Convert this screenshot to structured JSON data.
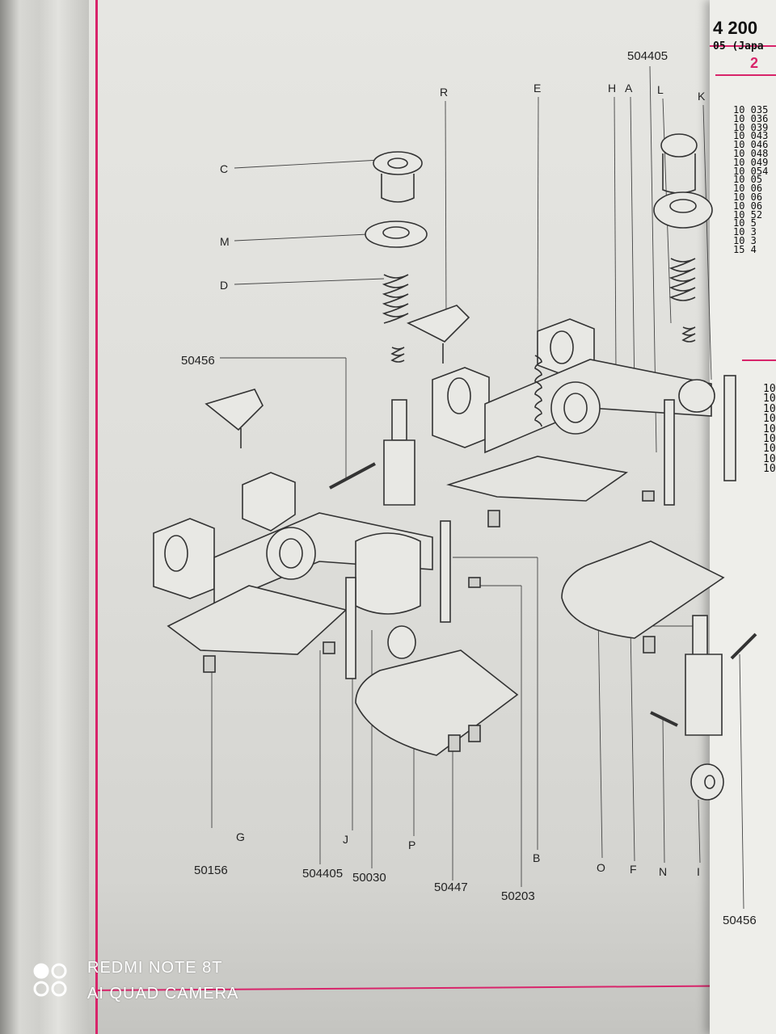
{
  "right_page": {
    "title": "4 200",
    "subtitle": "05 (Japa",
    "page_number": "2",
    "list_top": [
      "10 035",
      "10 036",
      "10 039",
      "10 043",
      "10 046",
      "10 048",
      "10 049",
      "10 054",
      "10 05",
      "10 06",
      "10 06",
      "10 06",
      "10 52",
      "10 5",
      "10 3",
      "10 3",
      "15 4"
    ],
    "list_bottom": [
      "10",
      "10",
      "10",
      "10",
      "10",
      "10",
      "10",
      "10",
      "10"
    ]
  },
  "diagram": {
    "labels_top": {
      "R": "R",
      "E": "E",
      "H": "H",
      "A": "A",
      "L": "L",
      "K": "K",
      "part_504405": "504405"
    },
    "labels_left": {
      "C": "C",
      "M": "M",
      "D": "D",
      "part_50456": "50456"
    },
    "labels_bottom": {
      "G": "G",
      "J": "J",
      "P": "P",
      "B": "B",
      "O": "O",
      "F": "F",
      "N": "N",
      "I": "I",
      "part_50156": "50156",
      "part_504405": "504405",
      "part_50030": "50030",
      "part_50447": "50447",
      "part_50203": "50203",
      "part_50456": "50456"
    }
  },
  "watermark": {
    "line1": "REDMI NOTE 8T",
    "line2": "AI QUAD CAMERA"
  }
}
